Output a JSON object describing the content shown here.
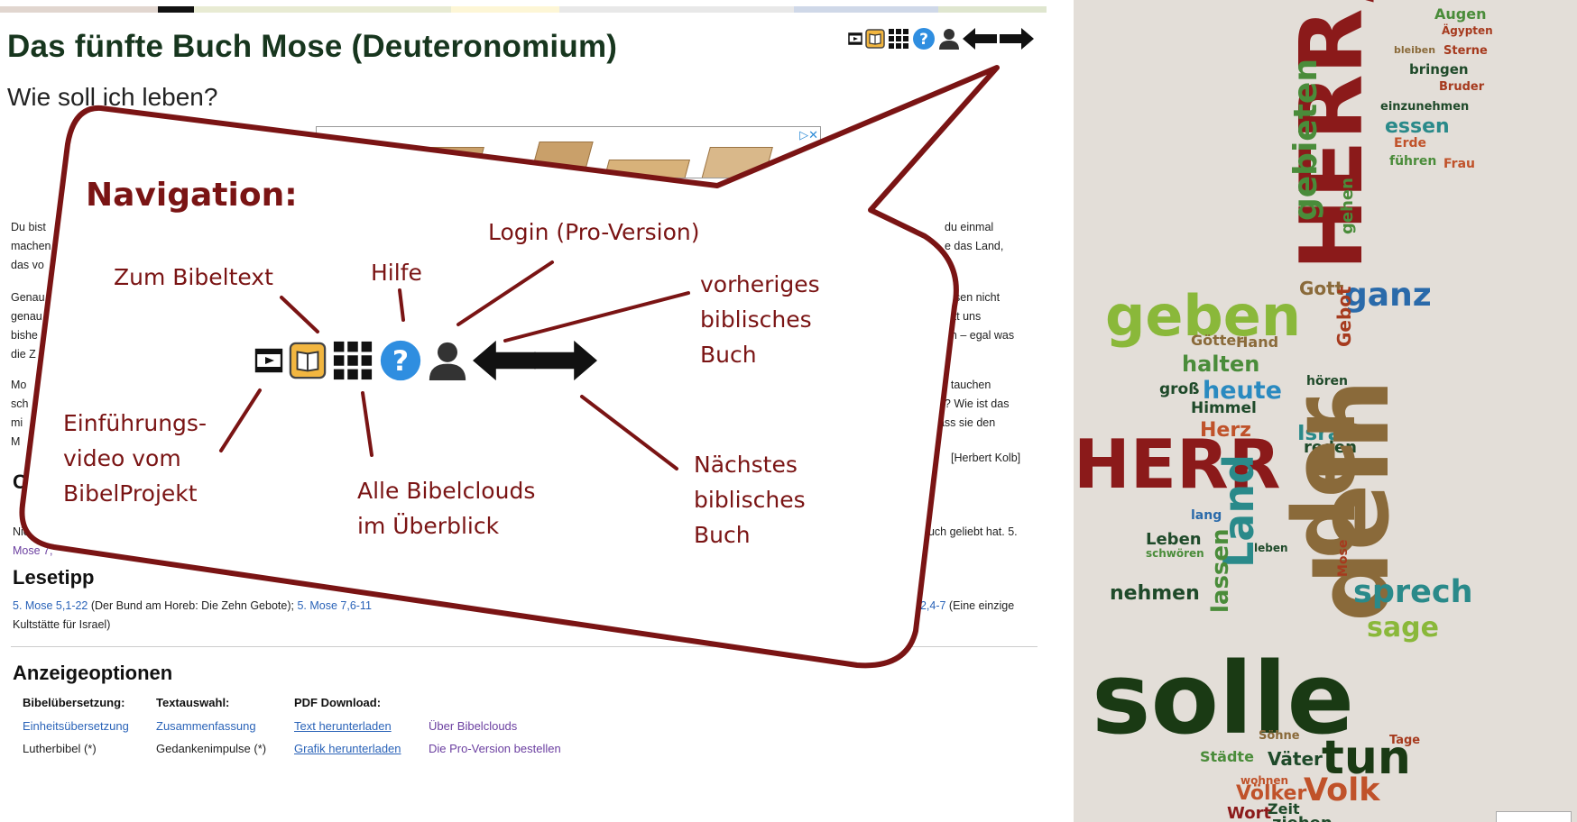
{
  "colors": {
    "title": "#17361e",
    "callout": "#7a1414",
    "link": "#2a63b8",
    "visited": "#6b3fa0",
    "cloud_bg": "#e3ded8"
  },
  "colorbar": [
    "#e1d6cf",
    "#e1d6cf",
    "#111111",
    "#e8ebd3",
    "#fdf6d6",
    "#e8e8e8",
    "#cfd8e8",
    "#dfe6cf"
  ],
  "page": {
    "title": "Das fünfte Buch Mose (Deuteronomium)",
    "subtitle": "Wie soll ich leben?"
  },
  "nav_icons": [
    "video-icon",
    "bible-book-icon",
    "grid-icon",
    "help-icon",
    "user-icon",
    "arrow-left-icon",
    "arrow-right-icon"
  ],
  "ad": {
    "badge": "▷✕"
  },
  "body": {
    "p1_left": [
      "Du bist",
      "machen",
      "das vo"
    ],
    "p1_right": [
      "du einmal",
      "e das Land,"
    ],
    "p2_left": [
      "Genau",
      "genau",
      "bishe",
      "die Z"
    ],
    "p2_right": [
      "wissen nicht",
      "Gott uns",
      "hen – egal was"
    ],
    "p3_left": [
      "Mo",
      "sch",
      "mi",
      "M"
    ],
    "p3_right": [
      "tag tauchen",
      "en? Wie ist das",
      "dass sie den"
    ],
    "author": "[Herbert Kolb]",
    "p4_left": [
      "Nic",
      "Mose 7,"
    ],
    "p4_right": "euch geliebt hat. 5.",
    "frag_c": "C"
  },
  "lesetipp": {
    "heading": "Lesetipp",
    "ref1": "5. Mose 5,1-22",
    "text1": " (Der Bund am Horeb: Die Zehn Gebote); ",
    "ref2": "5. Mose 7,6-11",
    "ref3": "12,4-7",
    "text3": " (Eine einzige",
    "line2": "Kultstätte für Israel)"
  },
  "options": {
    "heading": "Anzeigeoptionen",
    "col1_head": "Bibelübersetzung:",
    "col2_head": "Textauswahl:",
    "col3_head": "PDF Download:",
    "translation_1": "Einheitsübersetzung",
    "translation_2": "Lutherbibel (*)",
    "selection_1": "Zusammenfassung",
    "selection_2": "Gedankenimpulse (*)",
    "download_text": "Text herunterladen",
    "download_graphic": "Grafik herunterladen",
    "about": "Über Bibelclouds",
    "order_pro": "Die Pro-Version bestellen"
  },
  "callout": {
    "title": "Navigation:",
    "login": "Login (Pro-Version)",
    "bibeltext": "Zum Bibeltext",
    "hilfe": "Hilfe",
    "prev": [
      "vorheriges",
      "biblisches",
      "Buch"
    ],
    "video": [
      "Einführungs-",
      "video vom",
      "BibelProjekt"
    ],
    "all_clouds": [
      "Alle Bibelclouds",
      "im Überblick"
    ],
    "next": [
      "Nächstes",
      "biblisches",
      "Buch"
    ]
  },
  "wordcloud": [
    {
      "t": "Augen",
      "c": "#4a8c3a"
    },
    {
      "t": "Ägypten",
      "c": "#a63a1e"
    },
    {
      "t": "bleiben",
      "c": "#8a6a3a"
    },
    {
      "t": "Sterne",
      "c": "#a63a1e"
    },
    {
      "t": "bringen",
      "c": "#1f4a2a"
    },
    {
      "t": "Bruder",
      "c": "#a63a1e"
    },
    {
      "t": "einzunehmen",
      "c": "#1f4a2a"
    },
    {
      "t": "essen",
      "c": "#2a8a8a"
    },
    {
      "t": "Erde",
      "c": "#c0522a"
    },
    {
      "t": "führen",
      "c": "#4a8c3a"
    },
    {
      "t": "Frau",
      "c": "#c0522a"
    },
    {
      "t": "HERR,",
      "c": "#8b1a1a"
    },
    {
      "t": "Gott",
      "c": "#8a6a3a"
    },
    {
      "t": "gehen",
      "c": "#4a8c3a"
    },
    {
      "t": "gebieten",
      "c": "#4a8c3a"
    },
    {
      "t": "geben",
      "c": "#8ab83a"
    },
    {
      "t": "ganz",
      "c": "#2a6aaa"
    },
    {
      "t": "Götter",
      "c": "#8a6a3a"
    },
    {
      "t": "Hand",
      "c": "#8a6a3a"
    },
    {
      "t": "halten",
      "c": "#4a8c3a"
    },
    {
      "t": "heute",
      "c": "#2a8ac0"
    },
    {
      "t": "groß",
      "c": "#1f4a2a"
    },
    {
      "t": "hören",
      "c": "#1f4a2a"
    },
    {
      "t": "Himmel",
      "c": "#1f4a2a"
    },
    {
      "t": "Herz",
      "c": "#c0522a"
    },
    {
      "t": "Israel",
      "c": "#2a8a8a"
    },
    {
      "t": "Gebot",
      "c": "#a63a1e"
    },
    {
      "t": "HERR",
      "c": "#8b1a1a"
    },
    {
      "t": "reden",
      "c": "#1f4a2a"
    },
    {
      "t": "der",
      "c": "#8a6a3a"
    },
    {
      "t": "dein",
      "c": "#8a6a3a"
    },
    {
      "t": "Land",
      "c": "#2a8a8a"
    },
    {
      "t": "lang",
      "c": "#2a6aaa"
    },
    {
      "t": "Leben",
      "c": "#1f4a2a"
    },
    {
      "t": "schwören",
      "c": "#4a8c3a"
    },
    {
      "t": "lassen",
      "c": "#4a8c3a"
    },
    {
      "t": "leben",
      "c": "#1f4a2a"
    },
    {
      "t": "nehmen",
      "c": "#1f4a2a"
    },
    {
      "t": "sprech",
      "c": "#2a8a8a"
    },
    {
      "t": "sage",
      "c": "#8ab83a"
    },
    {
      "t": "solle",
      "c": "#1a3a14"
    },
    {
      "t": "Mose",
      "c": "#a63a1e"
    },
    {
      "t": "Städte",
      "c": "#4a8c3a"
    },
    {
      "t": "Väter",
      "c": "#1f4a2a"
    },
    {
      "t": "tun",
      "c": "#1a3a14"
    },
    {
      "t": "Söhne",
      "c": "#8a6a3a"
    },
    {
      "t": "wohnen",
      "c": "#c0522a"
    },
    {
      "t": "Völker",
      "c": "#c0522a"
    },
    {
      "t": "Volk",
      "c": "#c0522a"
    },
    {
      "t": "Zeit",
      "c": "#1f4a2a"
    },
    {
      "t": "Wort",
      "c": "#8b1a1a"
    },
    {
      "t": "ziehen",
      "c": "#1f4a2a"
    },
    {
      "t": "Tage",
      "c": "#a63a1e"
    }
  ]
}
